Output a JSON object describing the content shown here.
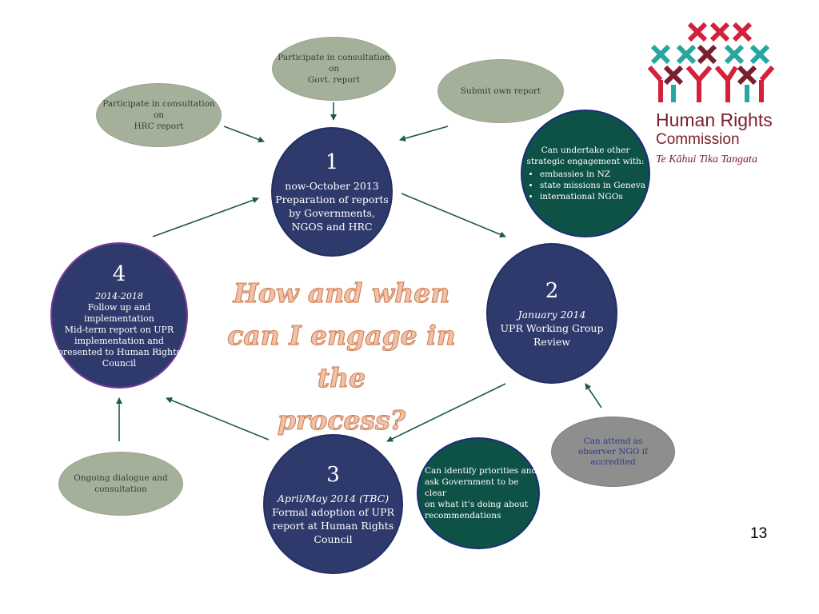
{
  "title_lines": [
    "How and when",
    "can I engage in the",
    "process?"
  ],
  "page_number": "13",
  "logo": {
    "line1": "Human Rights",
    "line2": "Commission",
    "tagline": "Te Kāhui Tika Tangata"
  },
  "stages": [
    {
      "number": "1",
      "lines": [
        "now-October 2013",
        "Preparation of reports",
        "by Governments,",
        "NGOS and HRC"
      ]
    },
    {
      "number": "2",
      "date": "January 2014",
      "lines": [
        "UPR Working Group",
        "Review"
      ]
    },
    {
      "number": "3",
      "date": "April/May 2014 (TBC)",
      "lines": [
        "Formal adoption of UPR",
        "report at Human Rights",
        "Council"
      ]
    },
    {
      "number": "4",
      "date": "2014-2018",
      "lines": [
        "Follow up and",
        "implementation",
        "Mid-term report on UPR",
        "implementation and",
        "presented to Human Rights",
        "Council"
      ]
    }
  ],
  "bubbles": {
    "consult_govt": [
      "Participate in consultation on",
      "Govt. report"
    ],
    "consult_hrc": [
      "Participate in consultation on",
      "HRC report"
    ],
    "submit_own": "Submit own report",
    "strategic": {
      "intro": [
        "Can undertake other",
        "strategic engagement with:"
      ],
      "items": [
        "embassies in NZ",
        "state missions in Geneva",
        "international NGOs"
      ]
    },
    "observer": [
      "Can attend as",
      "observer NGO if",
      "accredited"
    ],
    "priorities": [
      "Can identify priorities and",
      "ask Government to be clear",
      "on what it’s doing about",
      "recommendations"
    ],
    "dialogue": [
      "Ongoing dialogue and",
      "consultation"
    ]
  },
  "colors": {
    "stage_fill": "#2e3a6b",
    "bubble_grey": "#a5b09a",
    "bubble_teal": "#0e5147",
    "arrow": "#1f5a4a",
    "title": "#f2c2a8"
  }
}
